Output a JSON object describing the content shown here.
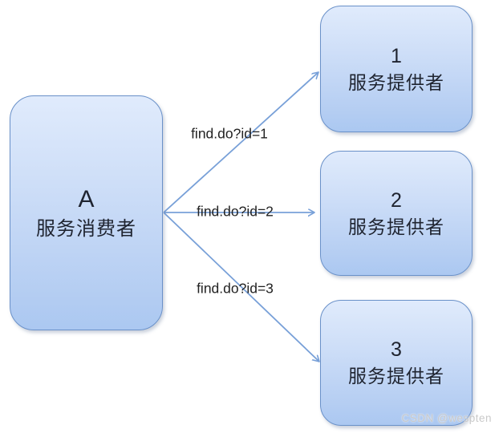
{
  "diagram": {
    "title_semantic": "service-consumer-to-providers-diagram",
    "consumer": {
      "id_label": "A",
      "name": "服务消费者"
    },
    "providers": [
      {
        "id_label": "1",
        "name": "服务提供者"
      },
      {
        "id_label": "2",
        "name": "服务提供者"
      },
      {
        "id_label": "3",
        "name": "服务提供者"
      }
    ],
    "edges": [
      {
        "label": "find.do?id=1",
        "from": "服务消费者 A",
        "to": "服务提供者 1"
      },
      {
        "label": "find.do?id=2",
        "from": "服务消费者 A",
        "to": "服务提供者 2"
      },
      {
        "label": "find.do?id=3",
        "from": "服务消费者 A",
        "to": "服务提供者 3"
      }
    ],
    "colors": {
      "node_fill_top": "#e0ebfc",
      "node_fill_bottom": "#abc8f1",
      "node_border": "#6a91c9",
      "arrow": "#78a0d8",
      "edge_label_text": "#222222",
      "node_text": "#1f2430",
      "watermark_text": "#c9c9c9",
      "background": "#ffffff"
    }
  },
  "watermark": "CSDN @wespten"
}
